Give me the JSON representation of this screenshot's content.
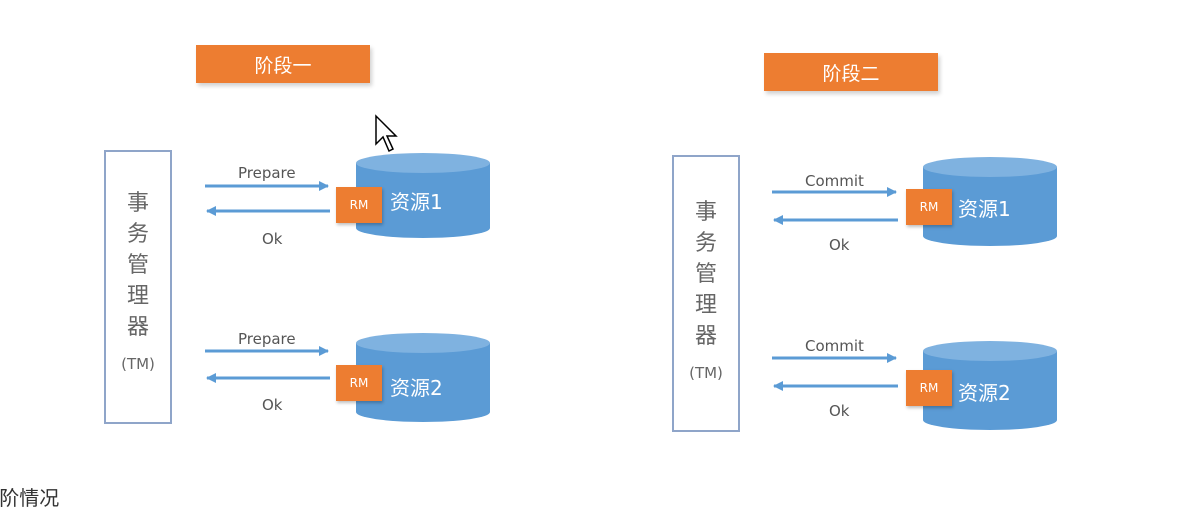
{
  "colors": {
    "accent_orange": "#ed7d31",
    "cylinder_blue": "#5b9bd5",
    "arrow_blue": "#5b9bd5",
    "tm_border": "#8fa5c9"
  },
  "phases": [
    {
      "title": "阶段一",
      "tm": {
        "chars": [
          "事",
          "务",
          "管",
          "理",
          "器"
        ],
        "abbr": "(TM)"
      },
      "rows": [
        {
          "forward": "Prepare",
          "back": "Ok",
          "rm": "RM",
          "resource": "资源1"
        },
        {
          "forward": "Prepare",
          "back": "Ok",
          "rm": "RM",
          "resource": "资源2"
        }
      ]
    },
    {
      "title": "阶段二",
      "tm": {
        "chars": [
          "事",
          "务",
          "管",
          "理",
          "器"
        ],
        "abbr": "(TM)"
      },
      "rows": [
        {
          "forward": "Commit",
          "back": "Ok",
          "rm": "RM",
          "resource": "资源1"
        },
        {
          "forward": "Commit",
          "back": "Ok",
          "rm": "RM",
          "resource": "资源2"
        }
      ]
    }
  ],
  "footer_partial_text": "-阶情况",
  "icons": {
    "cursor": "mouse-pointer-icon"
  }
}
